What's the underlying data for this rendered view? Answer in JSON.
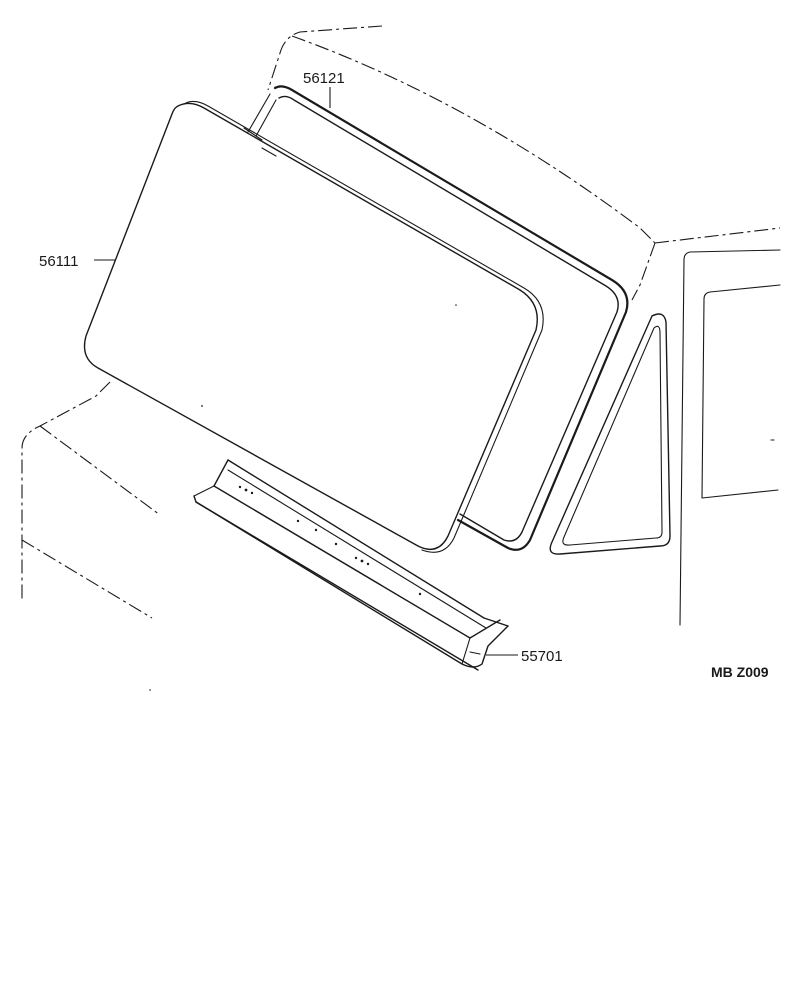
{
  "diagram": {
    "parts": [
      {
        "id": "weatherstrip",
        "number": "56121"
      },
      {
        "id": "glass",
        "number": "56111"
      },
      {
        "id": "panel",
        "number": "55701"
      }
    ],
    "reference_code": "MB Z009"
  }
}
